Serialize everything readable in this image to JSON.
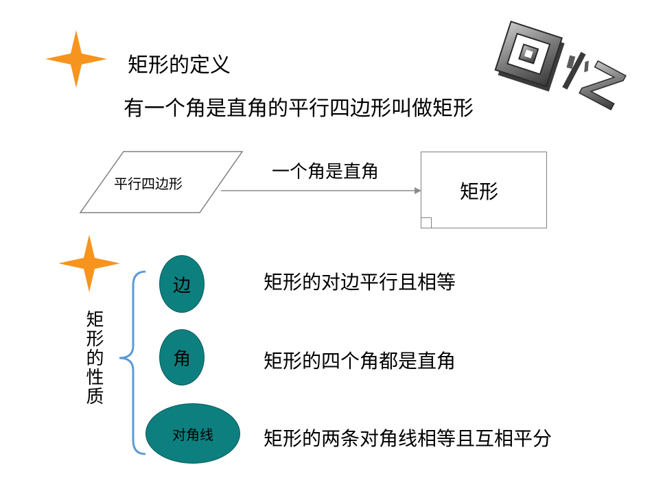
{
  "definition": {
    "heading": "矩形的定义",
    "statement": "有一个角是直角的平行四边形叫做矩形"
  },
  "flow": {
    "from_label": "平行四边形",
    "arrow_label": "一个角是直角",
    "to_label": "矩形"
  },
  "properties": {
    "group_label": "矩形的性质",
    "items": [
      {
        "tag": "边",
        "text": "矩形的对边平行且相等"
      },
      {
        "tag": "角",
        "text": "矩形的四个角都是直角"
      },
      {
        "tag": "对角线",
        "text": "矩形的两条对角线相等且互相平分"
      }
    ]
  },
  "logo": {
    "text": "回忆"
  },
  "colors": {
    "star": "#f7941d",
    "ellipse": "#0e7f7f",
    "bracket": "#5b9bd5",
    "arrow": "#8c8c8c"
  }
}
